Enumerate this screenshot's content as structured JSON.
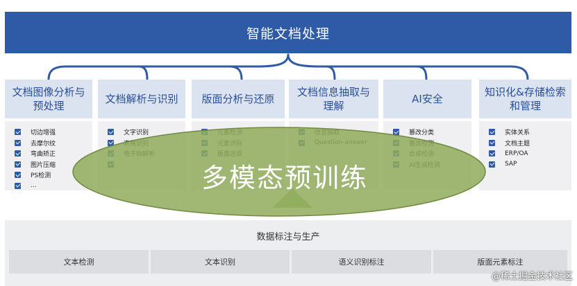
{
  "header": {
    "title": "智能文档处理"
  },
  "columns": [
    {
      "title": "文档图像分析与预处理",
      "items": [
        "切边增强",
        "去摩尔纹",
        "弯曲矫正",
        "图片压缩",
        "PS检测",
        "..."
      ]
    },
    {
      "title": "文档解析与识别",
      "items": [
        "文字识别",
        "表格识别",
        "电子档解析",
        ""
      ]
    },
    {
      "title": "版面分析与还原",
      "items": [
        "元素检测",
        "元素识别",
        "版面还原"
      ]
    },
    {
      "title": "文档信息抽取与理解",
      "items": [
        "信息抽取",
        "Question-answer"
      ]
    },
    {
      "title": "AI安全",
      "items": [
        "篡改分类",
        "篡改检测",
        "合成检测",
        "AI生成检测"
      ]
    },
    {
      "title": "知识化&存储检索和管理",
      "items": [
        "实体关系",
        "文档主题",
        "ERP/OA",
        "SAP"
      ]
    }
  ],
  "overlay": {
    "label": "多模态预训练",
    "color": "#8fac5c"
  },
  "bottom": {
    "title": "数据标注与生产",
    "cells": [
      "文本检测",
      "文本识别",
      "语义识别标注",
      "版面元素标注"
    ]
  },
  "watermark": "@稀土掘金技术社区",
  "colors": {
    "primary": "#2f5aa6",
    "header_bg": "#dbe3f0",
    "body_bg": "#f0f0f2"
  }
}
